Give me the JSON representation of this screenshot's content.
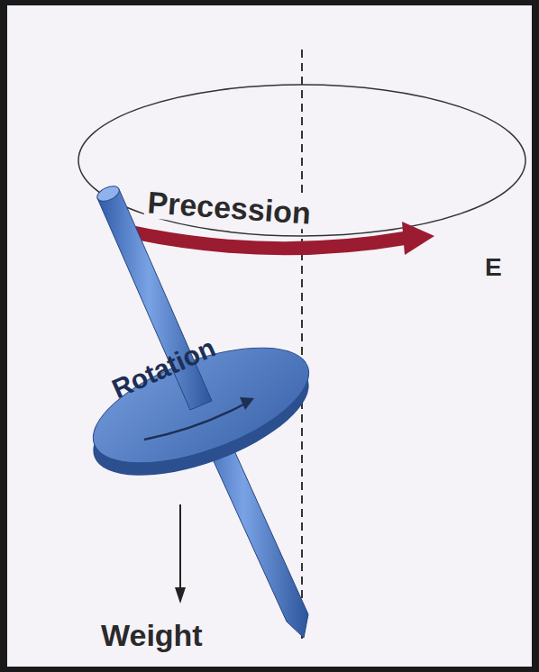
{
  "diagram": {
    "labels": [
      "Precession",
      "Rotation",
      "Weight",
      "E"
    ]
  }
}
